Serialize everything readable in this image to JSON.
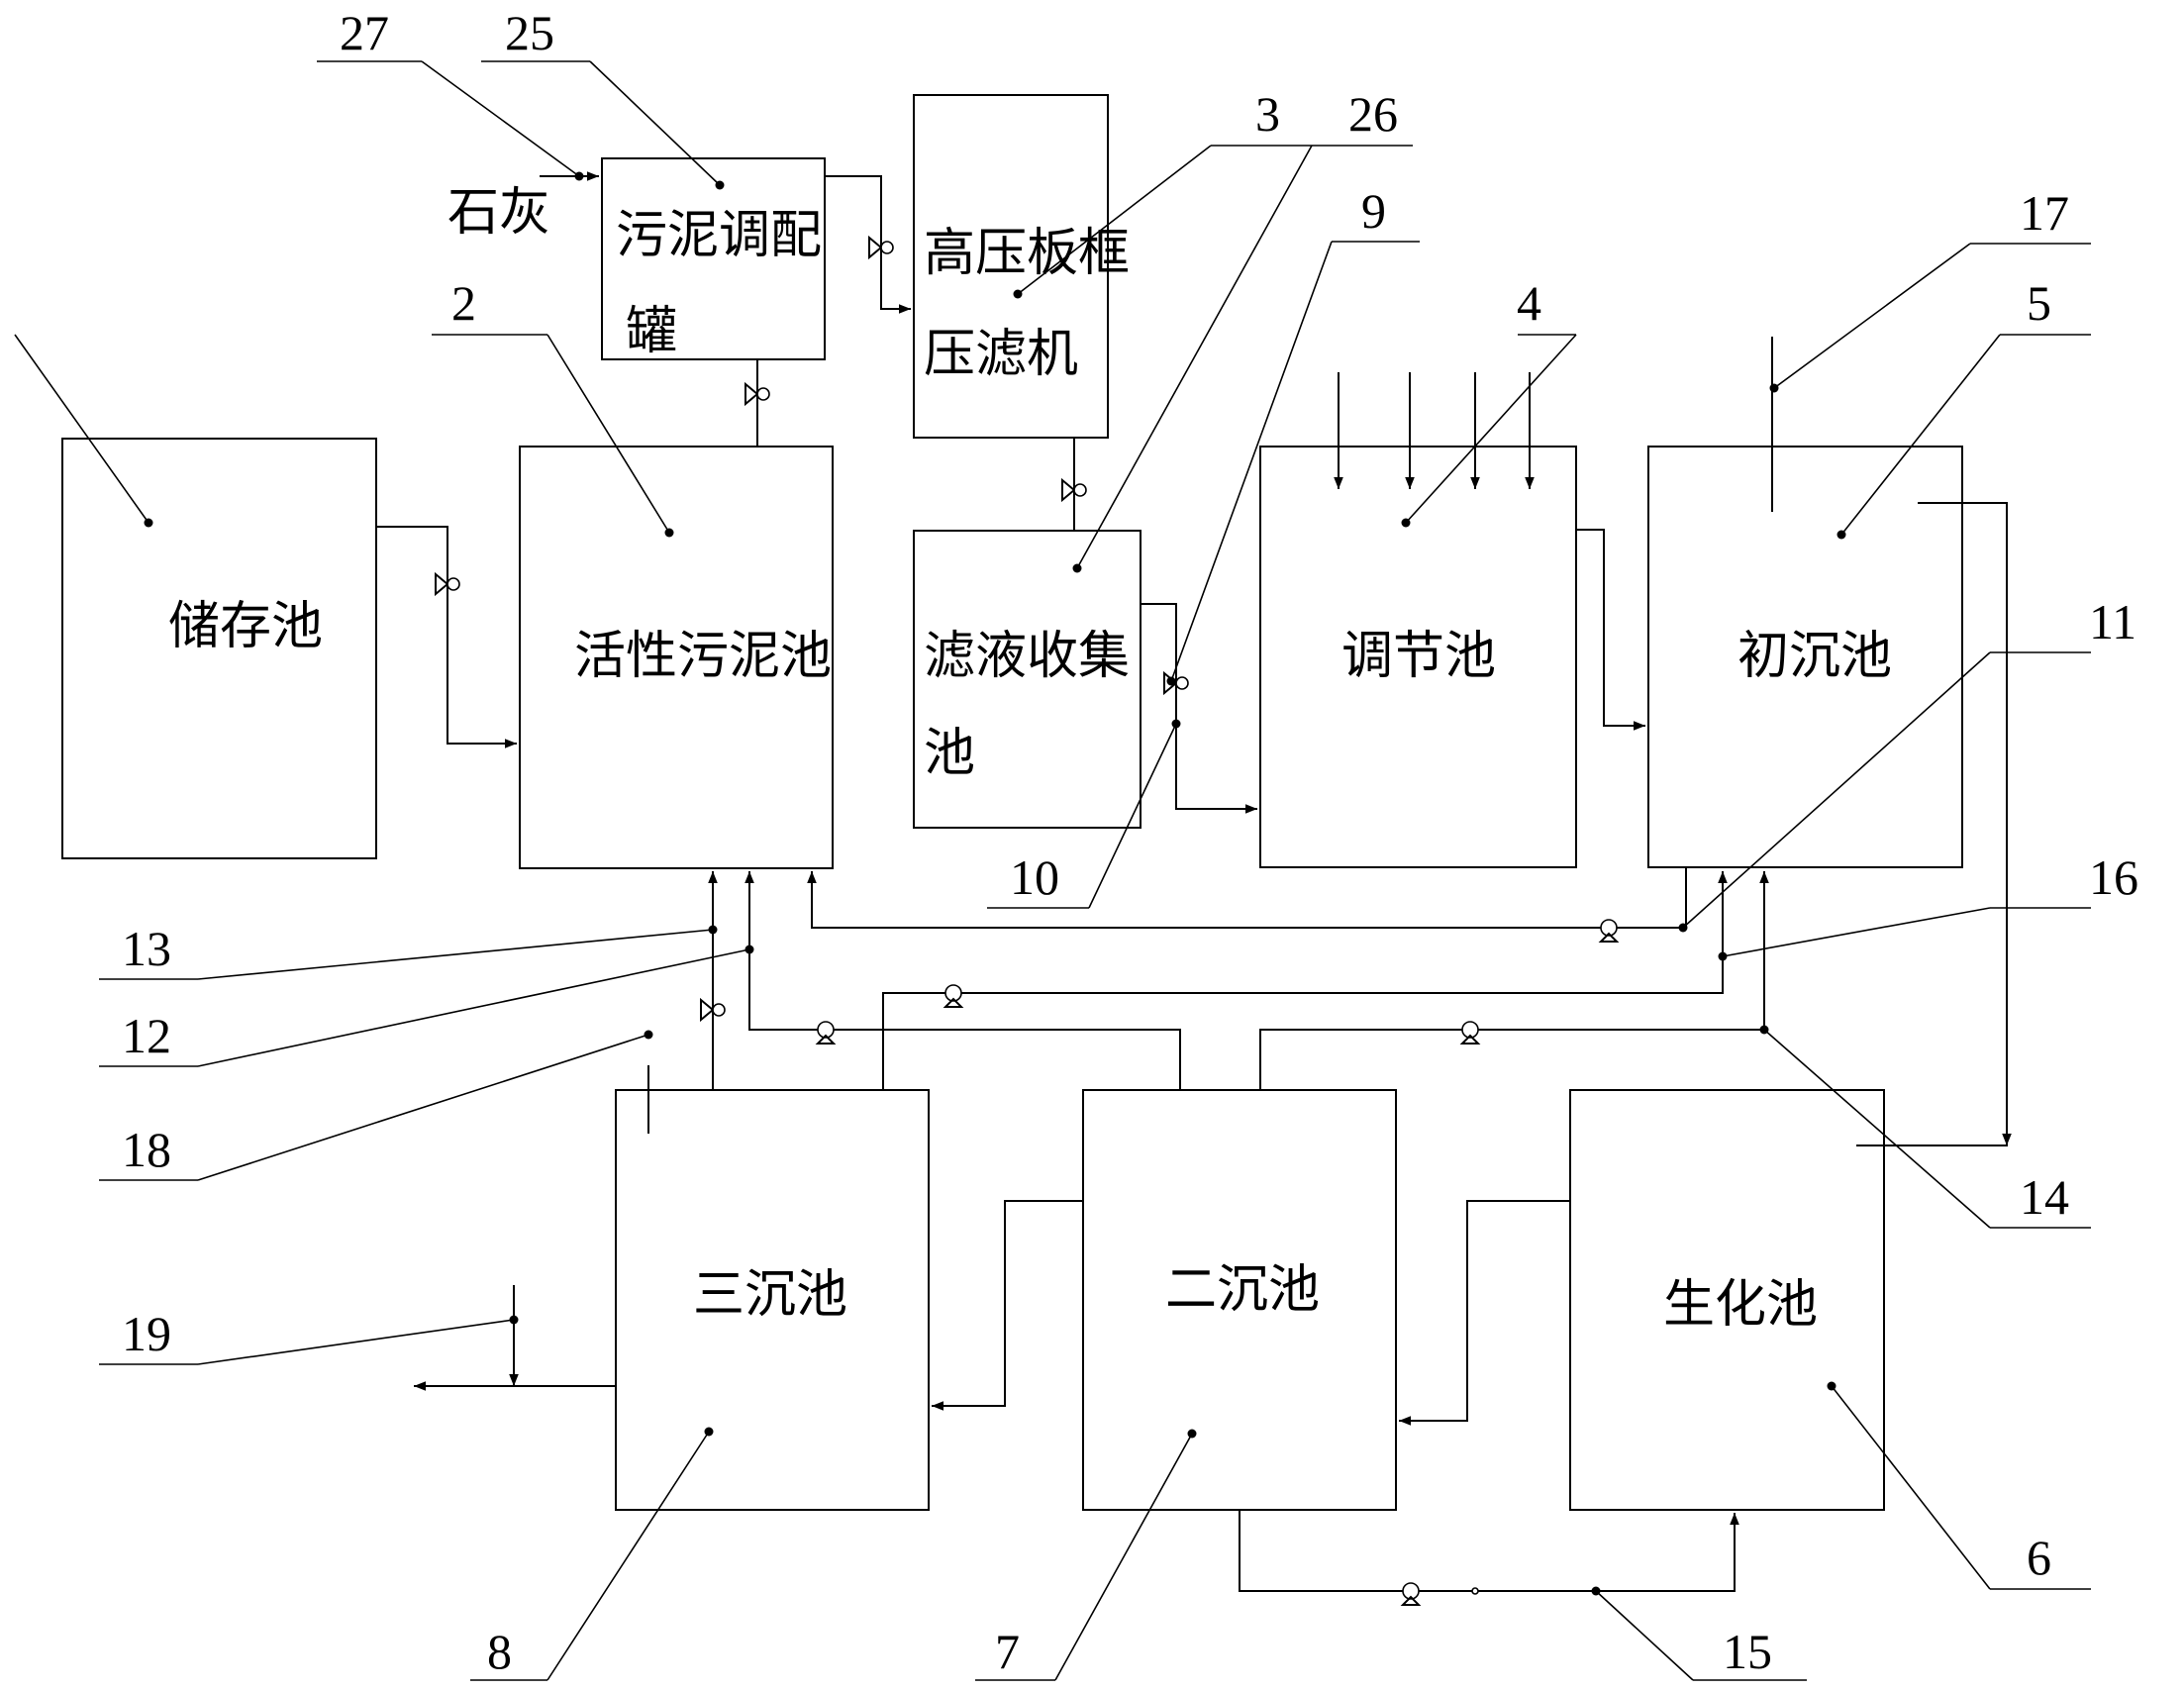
{
  "boxes": {
    "storage": "储存池",
    "activated_sludge": "活性污泥池",
    "sludge_tank_line1": "污泥调配",
    "sludge_tank_line2": "罐",
    "press_line1": "高压板框",
    "press_line2": "压滤机",
    "filtrate_line1": "滤液收集",
    "filtrate_line2": "池",
    "regulating": "调节池",
    "primary": "初沉池",
    "tertiary": "三沉池",
    "secondary": "二沉池",
    "biochem": "生化池"
  },
  "lime_label": "石灰",
  "numbers": {
    "n27": "27",
    "n25": "25",
    "n3": "3",
    "n26": "26",
    "n9": "9",
    "n17": "17",
    "n2": "2",
    "n4": "4",
    "n5": "5",
    "n11": "11",
    "n10": "10",
    "n16": "16",
    "n13": "13",
    "n12": "12",
    "n18": "18",
    "n14": "14",
    "n19": "19",
    "n6": "6",
    "n8": "8",
    "n7": "7",
    "n15": "15"
  }
}
